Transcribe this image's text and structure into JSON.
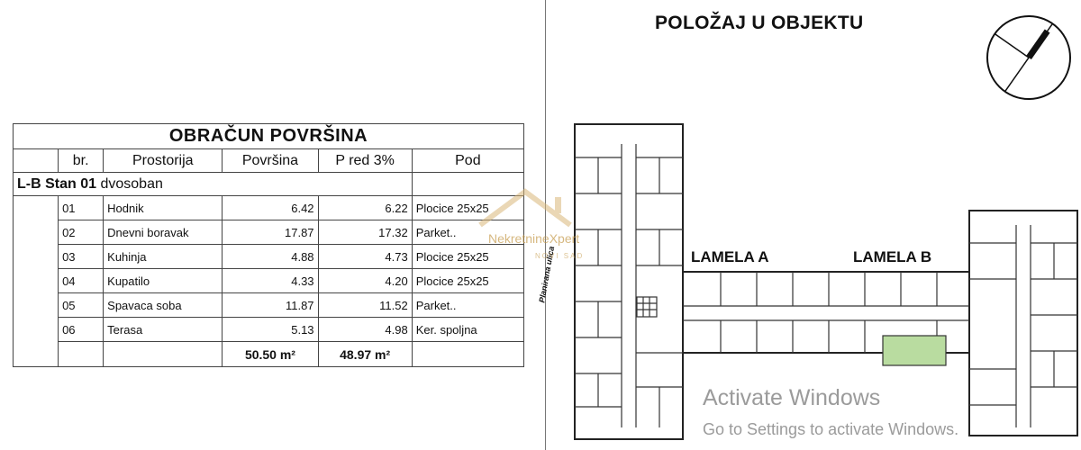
{
  "table": {
    "title": "OBRAČUN POVRŠINA",
    "headers": [
      "br.",
      "Prostorija",
      "Površina",
      "P red 3%",
      "Pod"
    ],
    "apartment_code": "L-B Stan 01",
    "apartment_type": "dvosoban",
    "rows": [
      {
        "no": "01",
        "room": "Hodnik",
        "area": "6.42",
        "reduced": "6.22",
        "floor": "Plocice 25x25"
      },
      {
        "no": "02",
        "room": "Dnevni boravak",
        "area": "17.87",
        "reduced": "17.32",
        "floor": "Parket.."
      },
      {
        "no": "03",
        "room": "Kuhinja",
        "area": "4.88",
        "reduced": "4.73",
        "floor": "Plocice 25x25"
      },
      {
        "no": "04",
        "room": "Kupatilo",
        "area": "4.33",
        "reduced": "4.20",
        "floor": "Plocice 25x25"
      },
      {
        "no": "05",
        "room": "Spavaca soba",
        "area": "11.87",
        "reduced": "11.52",
        "floor": "Parket.."
      },
      {
        "no": "06",
        "room": "Terasa",
        "area": "5.13",
        "reduced": "4.98",
        "floor": "Ker. spoljna"
      }
    ],
    "total_area": "50.50 m²",
    "total_reduced": "48.97 m²"
  },
  "plan": {
    "title": "POLOŽAJ U OBJEKTU",
    "lamela_a": "LAMELA A",
    "lamela_b": "LAMELA B",
    "street": "Planirana ulica",
    "highlight_color": "#b9dca0"
  },
  "watermark": {
    "brand": "NekretnineXpert",
    "city": "NOVI SAD"
  },
  "os_notice": {
    "line1": "Activate Windows",
    "line2": "Go to Settings to activate Windows."
  }
}
